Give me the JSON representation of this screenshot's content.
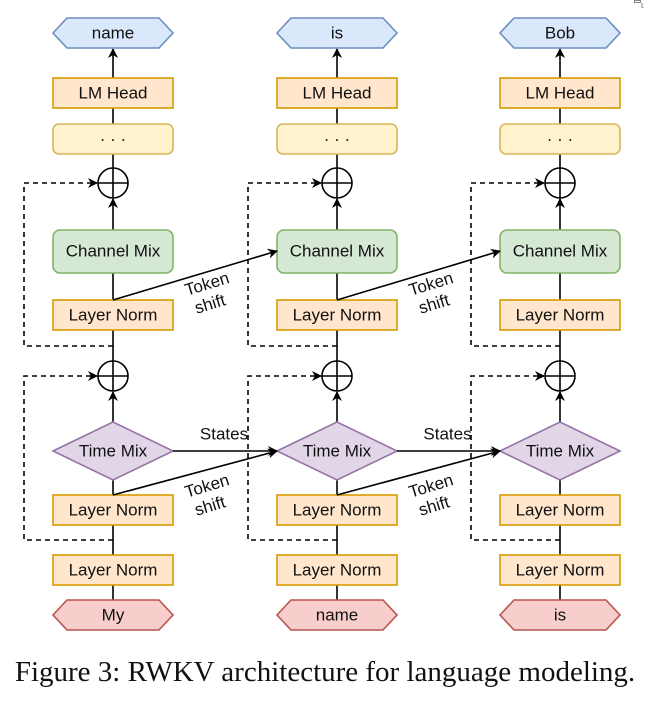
{
  "caption": "Figure 3: RWKV architecture for language modeling.",
  "colors": {
    "output_fill": "#dae8fc",
    "output_stroke": "#6c8ebf",
    "orange_fill": "#ffe6cc",
    "orange_stroke": "#d79b00",
    "yellow_fill": "#fff2cc",
    "yellow_stroke": "#d6b656",
    "green_fill": "#d5e8d4",
    "green_stroke": "#82b366",
    "purple_fill": "#e1d5e7",
    "purple_stroke": "#9673a6",
    "input_fill": "#f8cecc",
    "input_stroke": "#b85450"
  },
  "blocks": {
    "lm_head": "LM Head",
    "ellipsis": "· · ·",
    "channel_mix": "Channel Mix",
    "layer_norm": "Layer Norm",
    "time_mix": "Time Mix"
  },
  "edge_labels": {
    "states": "States",
    "token_shift_1": "Token",
    "token_shift_2": "shift"
  },
  "columns": [
    {
      "input": "My",
      "output": "name"
    },
    {
      "input": "name",
      "output": "is"
    },
    {
      "input": "is",
      "output": "Bob"
    }
  ]
}
